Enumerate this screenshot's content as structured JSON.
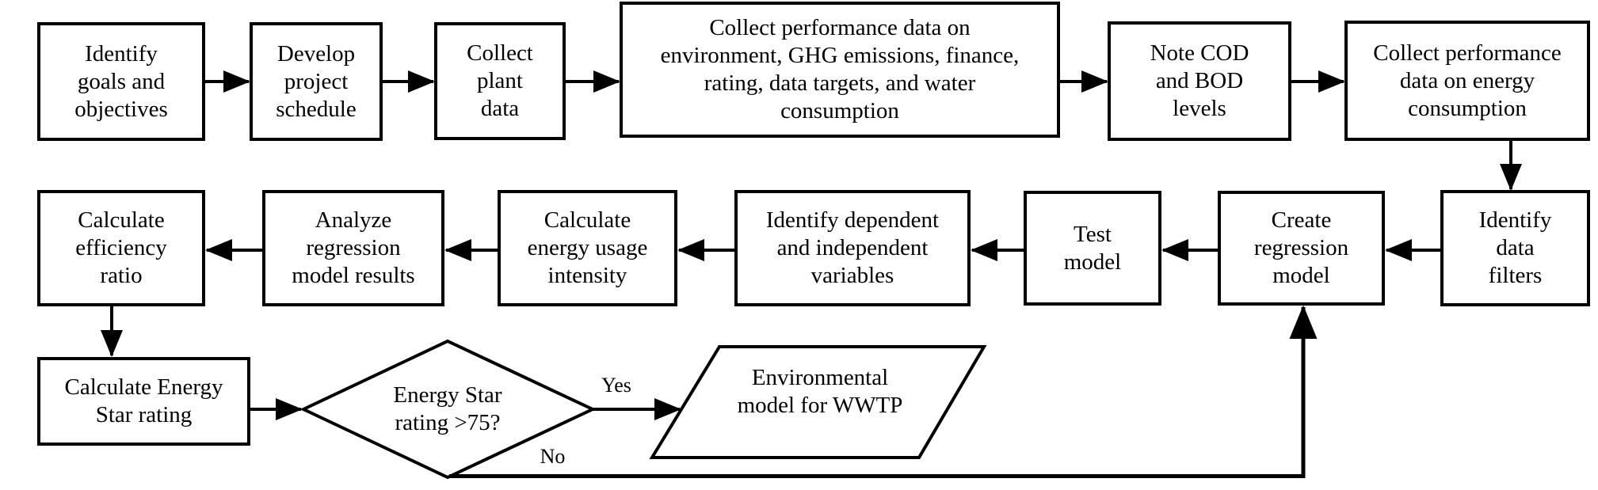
{
  "colors": {
    "background": "#ffffff",
    "line": "#000000",
    "text": "#000000",
    "node_fill": "#ffffff"
  },
  "nodes": {
    "identify_goals": {
      "shape": "rect",
      "label": "Identify\ngoals and\nobjectives"
    },
    "develop_schedule": {
      "shape": "rect",
      "label": "Develop\nproject\nschedule"
    },
    "collect_plant": {
      "shape": "rect",
      "label": "Collect\nplant\ndata"
    },
    "collect_performance": {
      "shape": "rect",
      "label": "Collect performance data on\nenvironment, GHG emissions, finance,\nrating, data targets, and water\nconsumption"
    },
    "note_cod": {
      "shape": "rect",
      "label": "Note COD\nand BOD\nlevels"
    },
    "collect_energy": {
      "shape": "rect",
      "label": "Collect performance\ndata on energy\nconsumption"
    },
    "identify_filters": {
      "shape": "rect",
      "label": "Identify\ndata\nfilters"
    },
    "create_regression": {
      "shape": "rect",
      "label": "Create\nregression\nmodel"
    },
    "test_model": {
      "shape": "rect",
      "label": "Test\nmodel"
    },
    "identify_variables": {
      "shape": "rect",
      "label": "Identify dependent\nand independent\nvariables"
    },
    "calc_eui": {
      "shape": "rect",
      "label": "Calculate\nenergy usage\nintensity"
    },
    "analyze_regression": {
      "shape": "rect",
      "label": "Analyze\nregression\nmodel results"
    },
    "calc_efficiency": {
      "shape": "rect",
      "label": "Calculate\nefficiency\nratio"
    },
    "calc_esr": {
      "shape": "rect",
      "label": "Calculate Energy\nStar rating"
    },
    "decision": {
      "shape": "diamond",
      "label": "Energy Star\nrating >75?"
    },
    "wwtp_model": {
      "shape": "parallelogram",
      "label": "Environmental\nmodel for WWTP"
    }
  },
  "edge_labels": {
    "yes": "Yes",
    "no": "No"
  },
  "edges": [
    {
      "from": "identify_goals",
      "to": "develop_schedule"
    },
    {
      "from": "develop_schedule",
      "to": "collect_plant"
    },
    {
      "from": "collect_plant",
      "to": "collect_performance"
    },
    {
      "from": "collect_performance",
      "to": "note_cod"
    },
    {
      "from": "note_cod",
      "to": "collect_energy"
    },
    {
      "from": "collect_energy",
      "to": "identify_filters"
    },
    {
      "from": "identify_filters",
      "to": "create_regression"
    },
    {
      "from": "create_regression",
      "to": "test_model"
    },
    {
      "from": "test_model",
      "to": "identify_variables"
    },
    {
      "from": "identify_variables",
      "to": "calc_eui"
    },
    {
      "from": "calc_eui",
      "to": "analyze_regression"
    },
    {
      "from": "analyze_regression",
      "to": "calc_efficiency"
    },
    {
      "from": "calc_efficiency",
      "to": "calc_esr"
    },
    {
      "from": "calc_esr",
      "to": "decision"
    },
    {
      "from": "decision",
      "to": "wwtp_model",
      "label": "Yes"
    },
    {
      "from": "decision",
      "to": "create_regression",
      "label": "No"
    }
  ]
}
